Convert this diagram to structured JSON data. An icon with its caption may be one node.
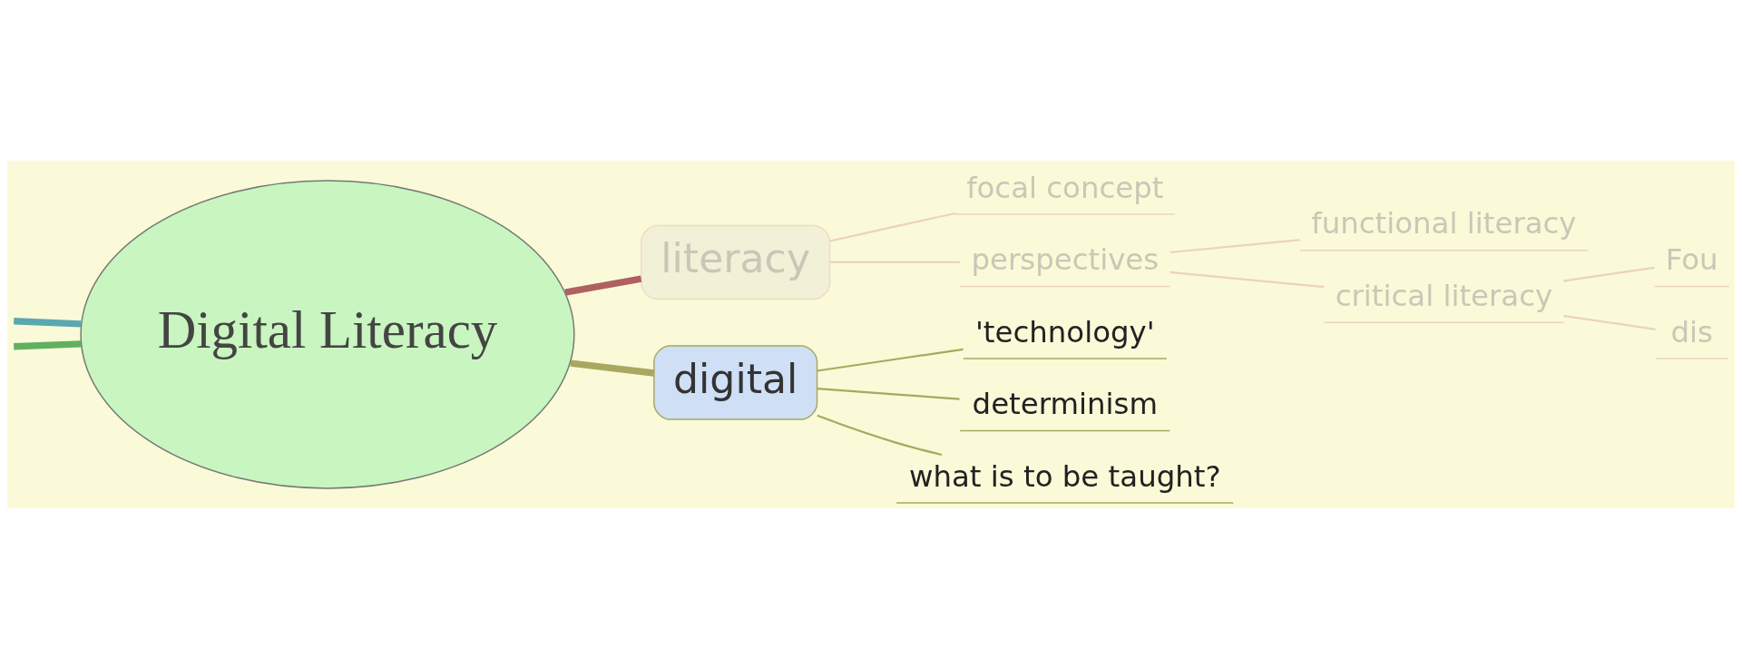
{
  "diagram": {
    "nodes": [
      {
        "text": [
          "Digital Literacy"
        ]
      },
      {
        "text": [
          "literacy"
        ]
      },
      {
        "text": [
          "focal concept"
        ]
      },
      {
        "text": [
          "perspectives"
        ]
      },
      {
        "text": [
          "functional literacy"
        ]
      },
      {
        "text": [
          "critical literacy"
        ]
      },
      {
        "text": [
          "Fou"
        ]
      },
      {
        "text": [
          "dis"
        ]
      },
      {
        "text": [
          "digital"
        ]
      },
      {
        "text": [
          "'technology'"
        ]
      },
      {
        "text": [
          "determinism"
        ]
      },
      {
        "text": [
          "what is to be taught?"
        ]
      }
    ],
    "edges": [
      {
        "from": 0,
        "to": null,
        "arrow": "none",
        "style": "thick",
        "color": "#5aa8b0"
      },
      {
        "from": 0,
        "to": null,
        "arrow": "none",
        "style": "thick",
        "color": "#60b060"
      },
      {
        "from": 0,
        "to": 1,
        "arrow": "none",
        "style": "thick",
        "color": "#b06060"
      },
      {
        "from": 1,
        "to": 2,
        "arrow": "none",
        "color": "#ecd3b8"
      },
      {
        "from": 1,
        "to": 3,
        "arrow": "none",
        "color": "#ecd3b8"
      },
      {
        "from": 3,
        "to": 4,
        "arrow": "none",
        "color": "#ecd3b8"
      },
      {
        "from": 3,
        "to": 5,
        "arrow": "none",
        "color": "#ecd3b8"
      },
      {
        "from": 5,
        "to": 6,
        "arrow": "none",
        "color": "#ecd3b8"
      },
      {
        "from": 5,
        "to": 7,
        "arrow": "none",
        "color": "#ecd3b8"
      },
      {
        "from": 0,
        "to": 8,
        "arrow": "none",
        "style": "thick",
        "color": "#a8a860"
      },
      {
        "from": 8,
        "to": 9,
        "arrow": "none",
        "color": "#a8a860"
      },
      {
        "from": 8,
        "to": 10,
        "arrow": "none",
        "color": "#a8a860"
      },
      {
        "from": 8,
        "to": 11,
        "arrow": "none",
        "color": "#a8a860"
      }
    ]
  }
}
